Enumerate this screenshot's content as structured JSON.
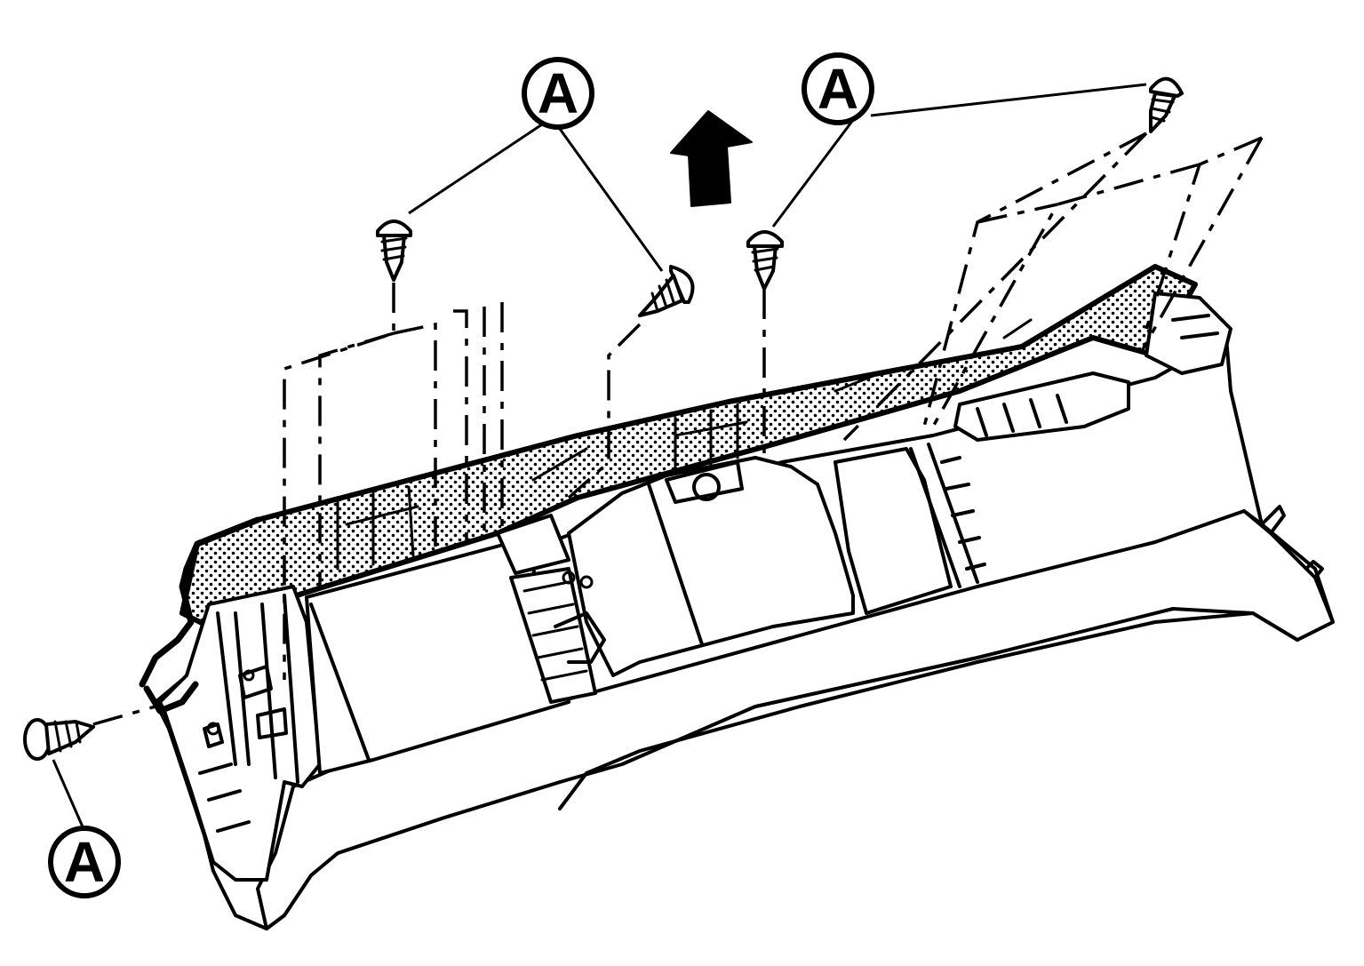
{
  "callouts": [
    {
      "id": "callout-a-top-left",
      "label": "A"
    },
    {
      "id": "callout-a-top-right",
      "label": "A"
    },
    {
      "id": "callout-a-bottom-left",
      "label": "A"
    }
  ],
  "colors": {
    "ink": "#000000",
    "paper": "#ffffff"
  },
  "icons": {
    "direction": "arrow-up-icon",
    "fastener": "screw-icon"
  }
}
